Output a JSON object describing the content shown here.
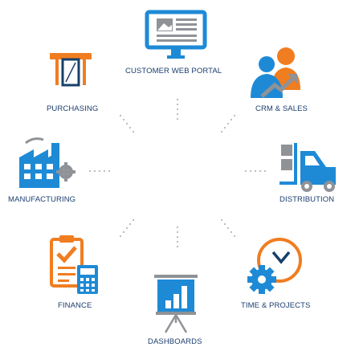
{
  "nodes": {
    "portal": {
      "label": "CUSTOMER WEB PORTAL",
      "icon": "monitor-icon"
    },
    "purchasing": {
      "label": "PURCHASING",
      "icon": "cash-drawer-icon"
    },
    "crm": {
      "label": "CRM & SALES",
      "icon": "people-growth-icon"
    },
    "manufacturing": {
      "label": "MANUFACTURING",
      "icon": "factory-icon"
    },
    "distribution": {
      "label": "DISTRIBUTION",
      "icon": "forklift-icon"
    },
    "finance": {
      "label": "FINANCE",
      "icon": "clipboard-calculator-icon"
    },
    "time": {
      "label": "TIME & PROJECTS",
      "icon": "clock-gear-icon"
    },
    "dashboards": {
      "label": "DASHBOARDS",
      "icon": "presentation-board-icon"
    }
  },
  "colors": {
    "blue": "#1e8ad6",
    "navy": "#16406b",
    "orange": "#f07d20",
    "gray": "#8f9297",
    "dots": "#b5b8bd"
  }
}
